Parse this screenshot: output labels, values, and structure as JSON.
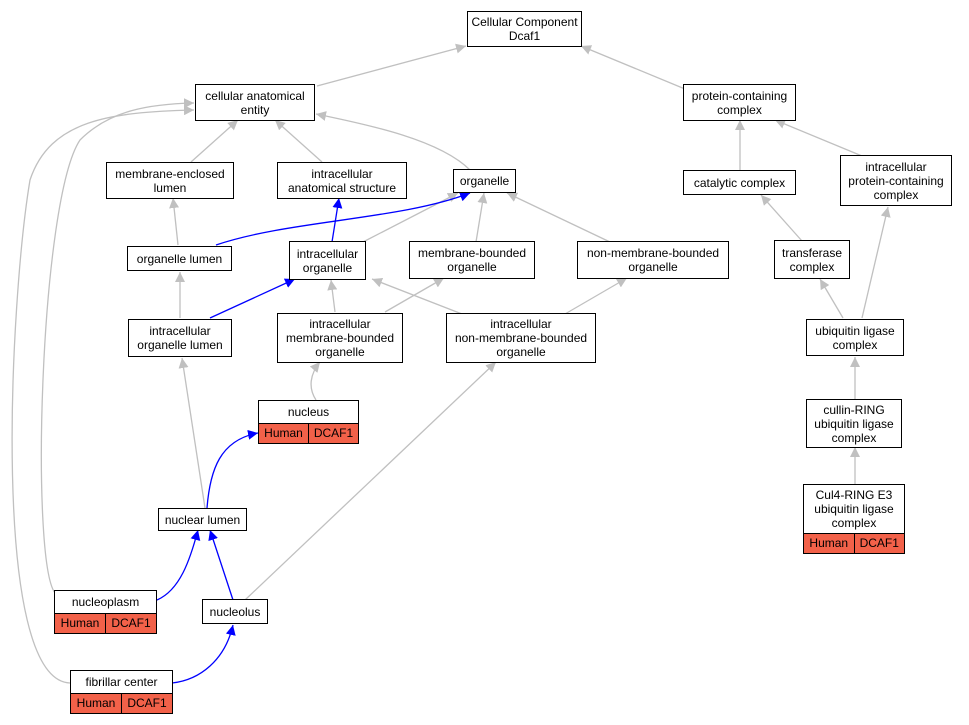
{
  "colors": {
    "is_a_edge": "#c0c0c0",
    "part_of_edge": "#0000ff",
    "annotation_fill": "#f26149"
  },
  "nodes": {
    "root": "Cellular Component\nDcaf1",
    "cellular_anatomical_entity": "cellular anatomical\nentity",
    "protein_containing_complex": "protein-containing\ncomplex",
    "membrane_enclosed_lumen": "membrane-enclosed\nlumen",
    "intracellular_anatomical_structure": "intracellular\nanatomical structure",
    "organelle": "organelle",
    "catalytic_complex": "catalytic complex",
    "intracellular_protein_containing_complex": "intracellular\nprotein-containing\ncomplex",
    "organelle_lumen": "organelle lumen",
    "intracellular_organelle": "intracellular\norganelle",
    "membrane_bounded_organelle": "membrane-bounded\norganelle",
    "non_membrane_bounded_organelle": "non-membrane-bounded\norganelle",
    "transferase_complex": "transferase\ncomplex",
    "intracellular_organelle_lumen": "intracellular\norganelle lumen",
    "intracellular_membrane_bounded_organelle": "intracellular\nmembrane-bounded\norganelle",
    "intracellular_non_membrane_bounded_organelle": "intracellular\nnon-membrane-bounded\norganelle",
    "ubiquitin_ligase_complex": "ubiquitin ligase\ncomplex",
    "nucleus": "nucleus",
    "cullin_ring_ubiquitin_ligase_complex": "cullin-RING\nubiquitin ligase\ncomplex",
    "cul4_ring_e3_ubiquitin_ligase_complex": "Cul4-RING E3\nubiquitin ligase\ncomplex",
    "nuclear_lumen": "nuclear lumen",
    "nucleoplasm": "nucleoplasm",
    "nucleolus": "nucleolus",
    "fibrillar_center": "fibrillar center"
  },
  "annotations": {
    "nucleus": [
      "Human",
      "DCAF1"
    ],
    "cul4_ring_e3_ubiquitin_ligase_complex": [
      "Human",
      "DCAF1"
    ],
    "nucleoplasm": [
      "Human",
      "DCAF1"
    ],
    "fibrillar_center": [
      "Human",
      "DCAF1"
    ]
  }
}
